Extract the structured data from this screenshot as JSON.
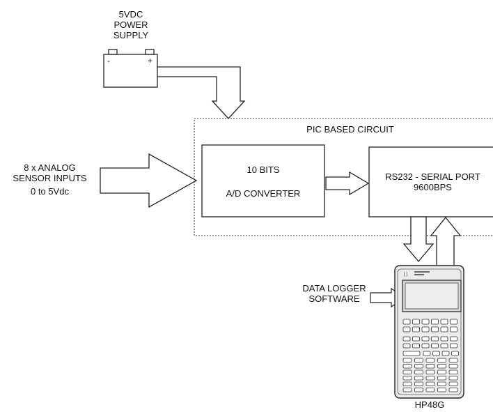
{
  "power_supply": {
    "line1": "5VDC",
    "line2": "POWER",
    "line3": "SUPPLY",
    "minus": "-",
    "plus": "+"
  },
  "circuit": {
    "title": "PIC BASED CIRCUIT"
  },
  "inputs": {
    "line1": "8 x  ANALOG",
    "line2": "SENSOR INPUTS",
    "line3": "0 to 5Vdc"
  },
  "adc": {
    "line1": "10 BITS",
    "line2": "A/D CONVERTER"
  },
  "serial": {
    "line1": "RS232 - SERIAL PORT",
    "line2": "9600BPS"
  },
  "software": {
    "line1": "DATA LOGGER",
    "line2": "SOFTWARE"
  },
  "calculator": {
    "label": "HP48G"
  },
  "colors": {
    "line": "#222222",
    "screen": "#d9d9d9",
    "body": "#ececec"
  }
}
